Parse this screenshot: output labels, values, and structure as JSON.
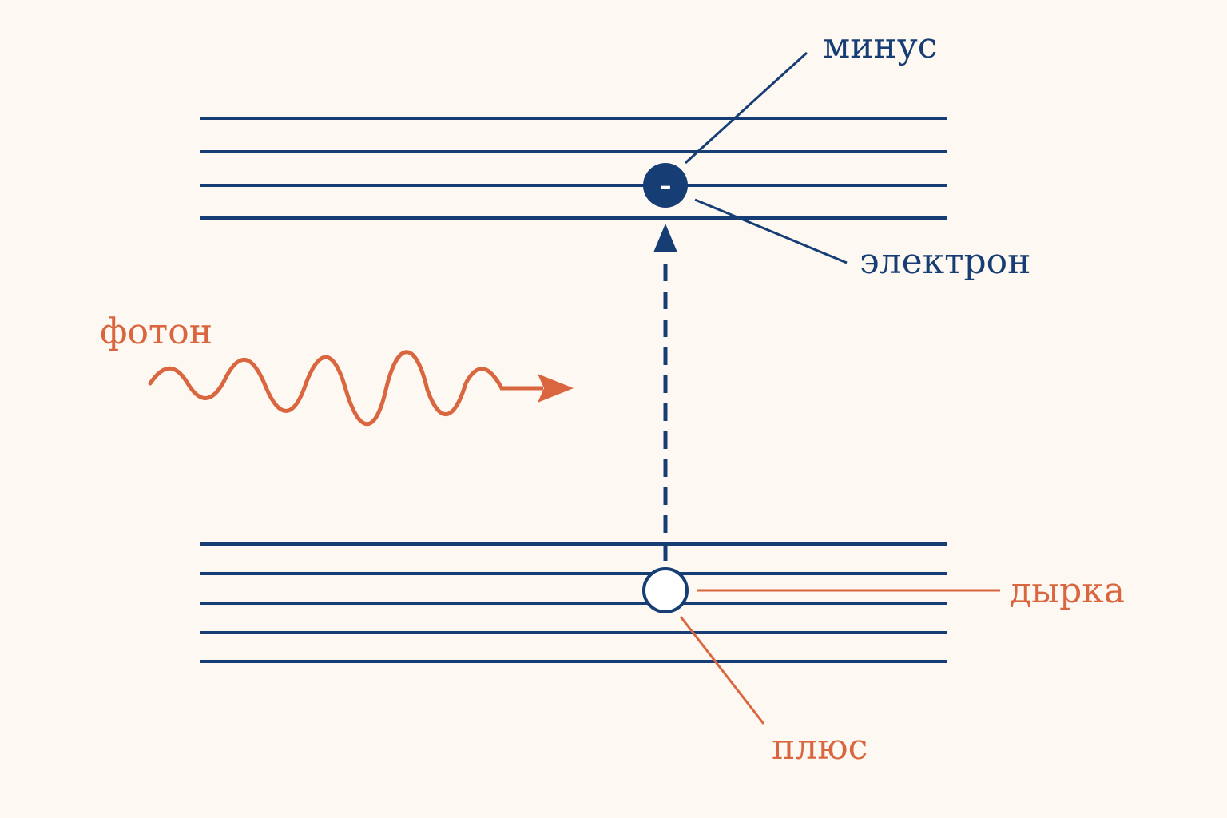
{
  "colors": {
    "background": "#fdf8f1",
    "band": "#173d75",
    "photon": "#d9663f"
  },
  "labels": {
    "minus": "минус",
    "electron": "электрон",
    "photon": "фотон",
    "hole": "дырка",
    "plus": "плюс"
  },
  "electron": {
    "sign": "–"
  }
}
